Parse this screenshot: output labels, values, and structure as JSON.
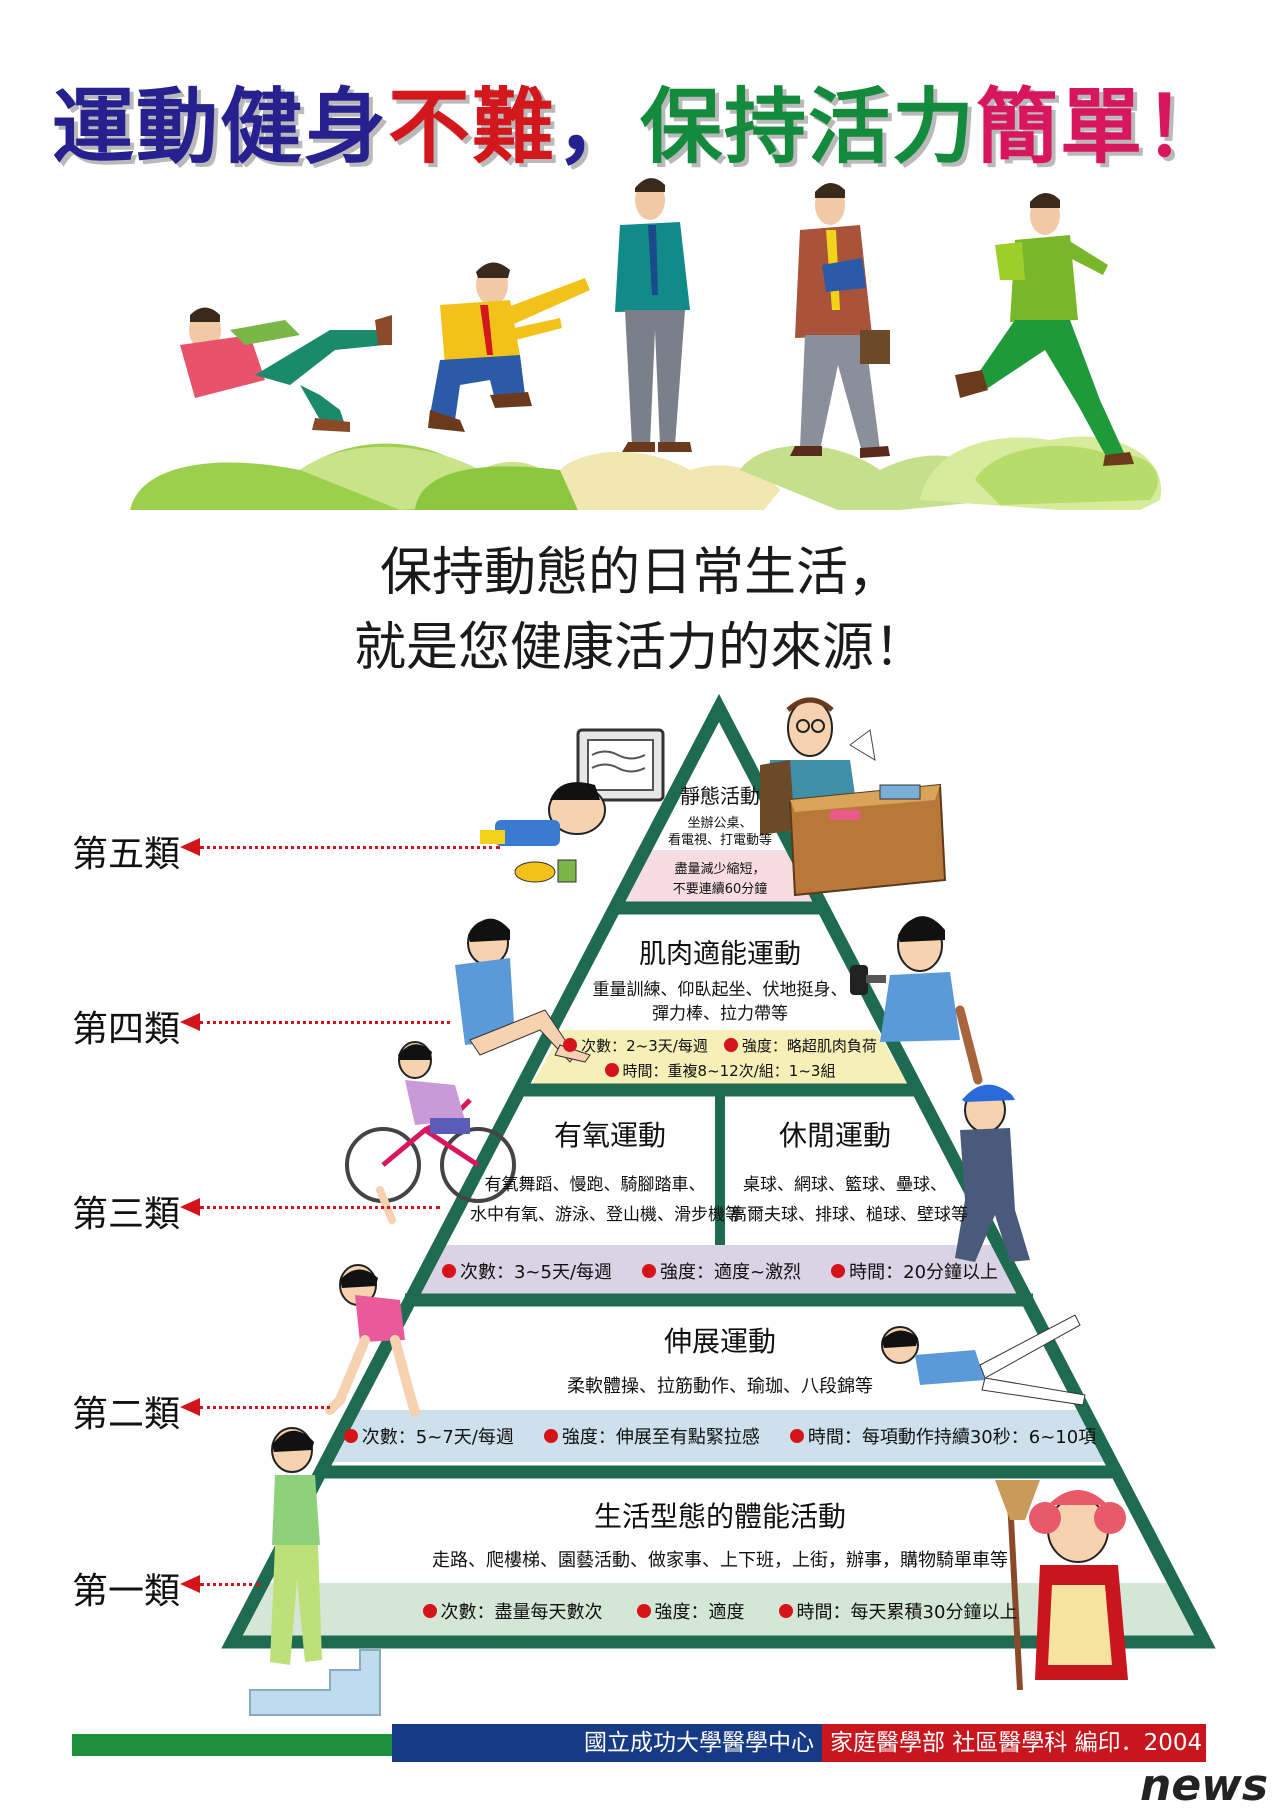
{
  "title": {
    "part1": "運動健身",
    "part2": "不難",
    "part3": "，",
    "part4": "保持活力",
    "part5": "簡單",
    "part6": "！",
    "colors": {
      "blue": "#27208f",
      "red": "#d2181d",
      "green": "#148a3c",
      "pink": "#d8165d"
    }
  },
  "slogan": {
    "line1": "保持動態的日常生活，",
    "line2": "就是您健康活力的來源！"
  },
  "tiers": {
    "five": {
      "label": "第五類",
      "name": "靜態活動",
      "examples_1": "坐辦公桌、",
      "examples_2": "看電視、打電動等",
      "advice_1": "盡量減少縮短，",
      "advice_2": "不要連續60分鐘"
    },
    "four": {
      "label": "第四類",
      "name": "肌肉適能運動",
      "examples_1": "重量訓練、仰臥起坐、伏地挺身、",
      "examples_2": "彈力棒、拉力帶等",
      "freq": "次數：2~3天/每週",
      "intensity": "強度：略超肌肉負荷",
      "time": "時間：重複8~12次/組：1~3組"
    },
    "three": {
      "label": "第三類",
      "aerobic_name": "有氧運動",
      "aerobic_1": "有氧舞蹈、慢跑、騎腳踏車、",
      "aerobic_2": "水中有氧、游泳、登山機、滑步機等",
      "leisure_name": "休閒運動",
      "leisure_1": "桌球、網球、籃球、壘球、",
      "leisure_2": "高爾夫球、排球、槌球、壁球等",
      "freq": "次數：3~5天/每週",
      "intensity": "強度：適度~激烈",
      "time": "時間：20分鐘以上"
    },
    "two": {
      "label": "第二類",
      "name": "伸展運動",
      "examples": "柔軟體操、拉筋動作、瑜珈、八段錦等",
      "freq": "次數：5~7天/每週",
      "intensity": "強度：伸展至有點緊拉感",
      "time": "時間：每項動作持續30秒：6~10項"
    },
    "one": {
      "label": "第一類",
      "name": "生活型態的體能活動",
      "examples": "走路、爬樓梯、園藝活動、做家事、上下班，上街，辦事，購物騎單車等",
      "freq": "次數：盡量每天數次",
      "intensity": "強度：適度",
      "time": "時間：每天累積30分鐘以上"
    }
  },
  "pyramid_colors": {
    "outline": "#1f6b52",
    "tier5_bar": "#f7dde3",
    "tier4_bar": "#f6efb8",
    "tier3_bar": "#d9d3e5",
    "tier2_bar": "#cde0ec",
    "tier1_bar": "#d4e7d6"
  },
  "footer": {
    "org": "國立成功大學醫學中心",
    "dept": "家庭醫學部  社區醫學科  編印．2004"
  },
  "watermark": "news"
}
